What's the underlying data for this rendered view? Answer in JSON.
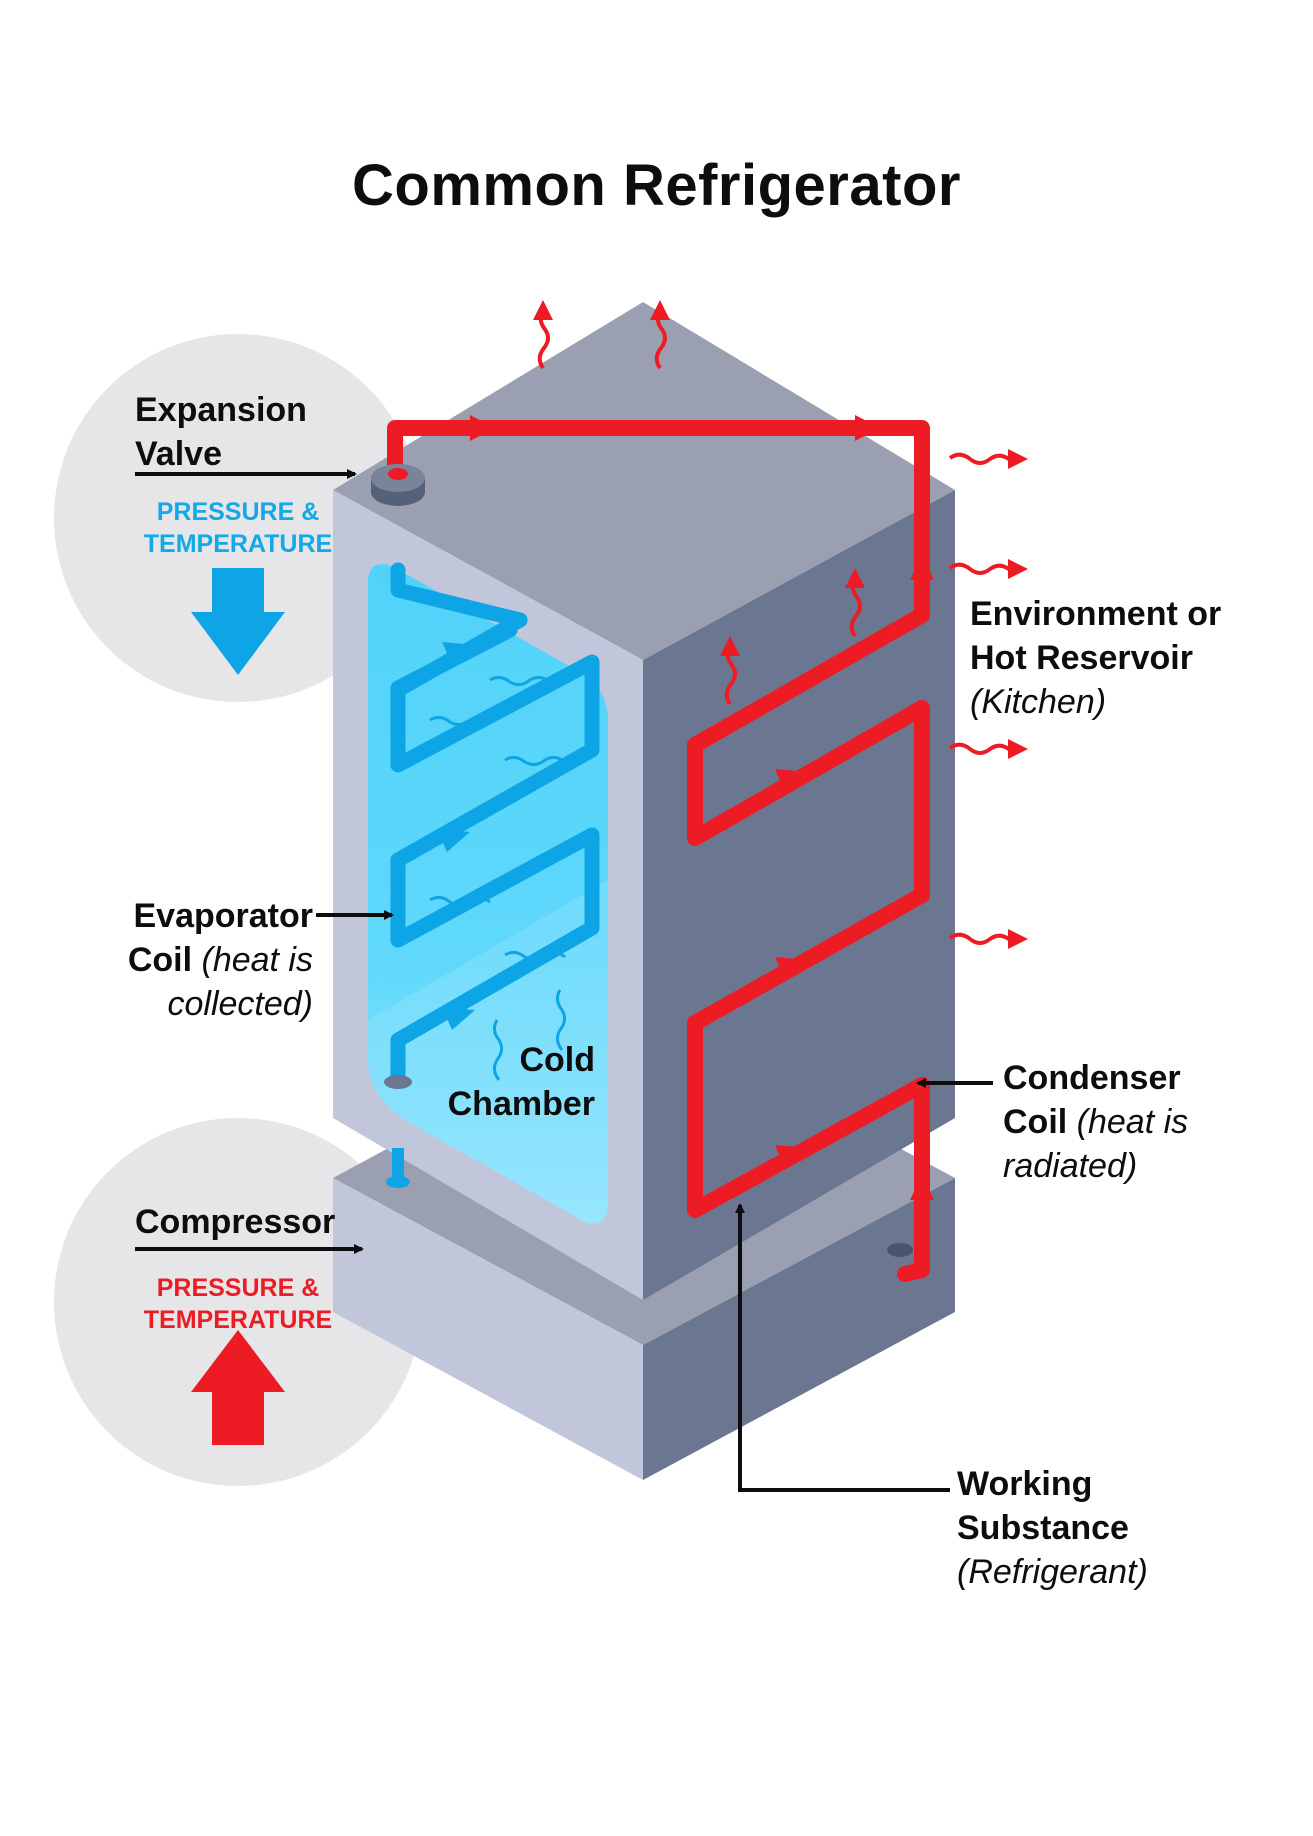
{
  "title": "Common Refrigerator",
  "labels": {
    "expansion_valve": {
      "line1": "Expansion",
      "line2": "Valve",
      "pressure_line1": "PRESSURE &",
      "pressure_line2": "TEMPERATURE",
      "pressure_direction": "down"
    },
    "compressor": {
      "line1": "Compressor",
      "pressure_line1": "PRESSURE &",
      "pressure_line2": "TEMPERATURE",
      "pressure_direction": "up"
    },
    "evaporator_coil": {
      "line1": "Evaporator",
      "line2_bold": "Coil",
      "line2_italic": " (heat is",
      "line3_italic": "collected)"
    },
    "cold_chamber": {
      "line1": "Cold",
      "line2": "Chamber"
    },
    "environment": {
      "line1": "Environment or",
      "line2": "Hot Reservoir",
      "line3_italic": "(Kitchen)"
    },
    "condenser_coil": {
      "line1": "Condenser",
      "line2_bold": "Coil",
      "line2_italic": " (heat is",
      "line3_italic": "radiated)"
    },
    "working_substance": {
      "line1": "Working",
      "line2": "Substance",
      "line3_italic": "(Refrigerant)"
    }
  },
  "colors": {
    "hot_refrigerant": "#ed1c24",
    "cold_refrigerant": "#0ea5e6",
    "cold_chamber": "#5fd6fb",
    "body_top": "#9aa0b2",
    "body_front": "#c1c6da",
    "body_right": "#6b7791",
    "badge_circle": "#e6e6e9"
  }
}
